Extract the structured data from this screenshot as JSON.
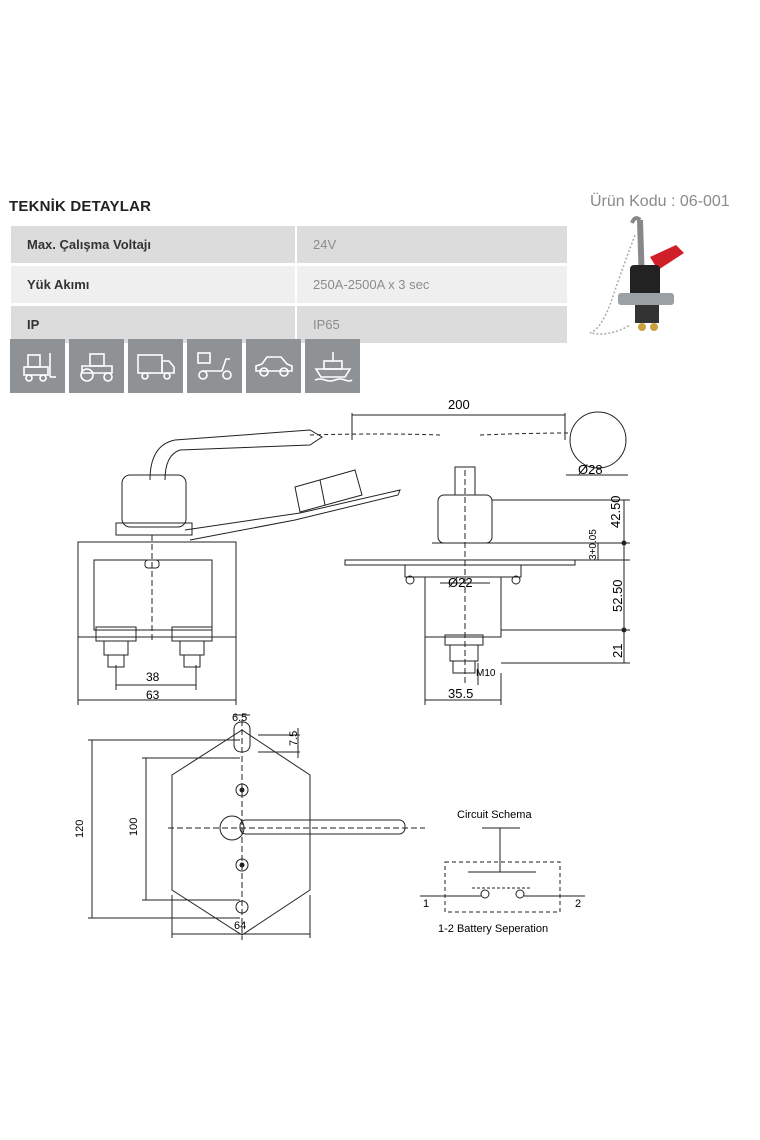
{
  "section_title": "TEKNİK DETAYLAR",
  "product_code": "Ürün Kodu : 06-001",
  "specs": [
    {
      "label": "Max. Çalışma Voltajı",
      "value": "24V"
    },
    {
      "label": "Yük Akımı",
      "value": "250A-2500A x 3 sec"
    },
    {
      "label": "IP",
      "value": "IP65"
    }
  ],
  "vehicle_icons": [
    "forklift-icon",
    "tractor-icon",
    "truck-icon",
    "scooter-icon",
    "car-icon",
    "ship-icon"
  ],
  "dimensions": {
    "d200": "200",
    "d28": "Ø28",
    "d42": "42.50",
    "d3": "3+0.05",
    "d22": "Ø22",
    "d52": "52.50",
    "d21": "21",
    "m10": "M10",
    "d35": "35.5",
    "d38": "38",
    "d63": "63",
    "d65": "6.5",
    "d75": "7.5",
    "d120": "120",
    "d100": "100",
    "d64": "64"
  },
  "circuit": {
    "title": "Circuit Schema",
    "pin1": "1",
    "pin2": "2",
    "caption": "1-2 Battery Seperation"
  }
}
